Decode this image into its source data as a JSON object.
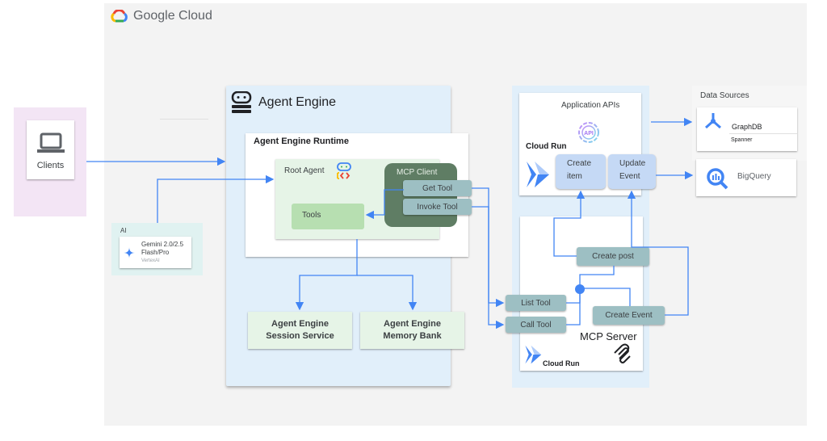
{
  "header": {
    "brand": "Google Cloud"
  },
  "clients": {
    "label": "Clients"
  },
  "ai": {
    "zone_label": "AI",
    "model_line1": "Gemini 2.0/2.5",
    "model_line2": "Flash/Pro",
    "provider": "VertexAI"
  },
  "agent_engine": {
    "title": "Agent Engine",
    "runtime": {
      "title": "Agent Engine Runtime",
      "root_agent": "Root Agent",
      "tools": "Tools",
      "mcp_client": {
        "title": "MCP Client",
        "get_tool": "Get Tool",
        "invoke_tool": "Invoke Tool"
      }
    },
    "session_service": {
      "line1": "Agent Engine",
      "line2": "Session Service"
    },
    "memory_bank": {
      "line1": "Agent Engine",
      "line2": "Memory Bank"
    }
  },
  "application_apis": {
    "title": "Application APIs",
    "platform": "Cloud Run",
    "create_item": {
      "line1": "Create",
      "line2": "item"
    },
    "update_event": {
      "line1": "Update",
      "line2": "Event"
    }
  },
  "mcp_server": {
    "title": "MCP Server",
    "platform": "Cloud Run",
    "create_post": "Create post",
    "list_tool": "List Tool",
    "call_tool": "Call Tool",
    "create_event": "Create Event"
  },
  "data_sources": {
    "title": "Data Sources",
    "graphdb": {
      "label": "GraphDB",
      "sub": "Spanner"
    },
    "bigquery": {
      "label": "BigQuery"
    }
  },
  "colors": {
    "arrow": "#4285f4",
    "agent_zone": "#e1effa",
    "clients_zone": "#f3e5f5",
    "ai_zone": "#e0f2f1",
    "mcp_client": "#5f7d64",
    "tool_pill": "#9dbfc3",
    "api_pill": "#c5d9f5"
  }
}
